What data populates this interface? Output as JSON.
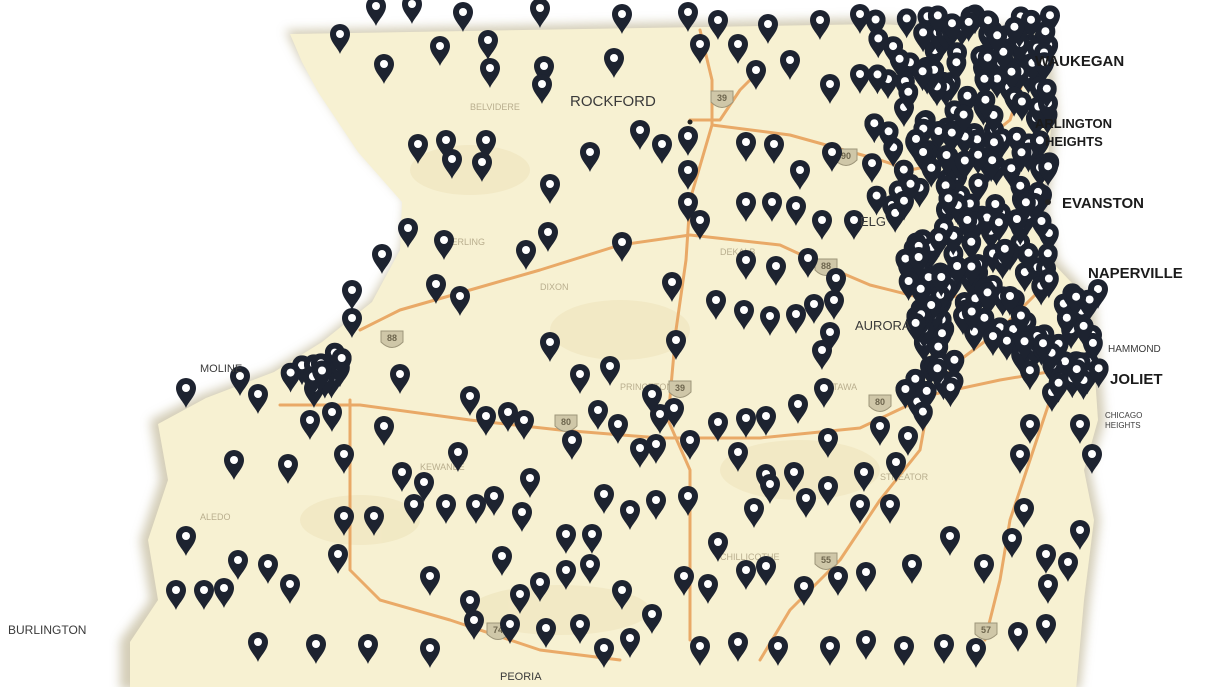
{
  "map": {
    "land_color": "#f7f1d2",
    "water_color": "#ffffff",
    "road_color": "#e8a25c",
    "pin_color": "#1d2330",
    "pin_dot_color": "#ffffff",
    "highway_shield_color": "#cfc7a8"
  },
  "city_labels": [
    {
      "key": "waukegan",
      "text": "WAUKEGAN",
      "style": "major"
    },
    {
      "key": "arlington-1",
      "text": "ARLINGTON",
      "style": "major"
    },
    {
      "key": "arlington-2",
      "text": "HEIGHTS",
      "style": "major"
    },
    {
      "key": "evanston",
      "text": "EVANSTON",
      "style": "major"
    },
    {
      "key": "naperville",
      "text": "NAPERVILLE",
      "style": "major"
    },
    {
      "key": "hammond",
      "text": "HAMMOND",
      "style": "minor"
    },
    {
      "key": "joliet",
      "text": "JOLIET",
      "style": "major"
    },
    {
      "key": "chicago-heights-1",
      "text": "CHICAGO",
      "style": "minor"
    },
    {
      "key": "chicago-heights-2",
      "text": "HEIGHTS",
      "style": "minor"
    },
    {
      "key": "rockford",
      "text": "ROCKFORD",
      "style": "major"
    },
    {
      "key": "elgin",
      "text": "ELG",
      "style": "minor"
    },
    {
      "key": "aurora",
      "text": "AURORA",
      "style": "minor"
    },
    {
      "key": "moline",
      "text": "MOLINE",
      "style": "minor"
    },
    {
      "key": "burlington",
      "text": "BURLINGTON",
      "style": "minor"
    },
    {
      "key": "peoria",
      "text": "PEORIA",
      "style": "minor"
    }
  ],
  "highway_shields": [
    {
      "key": "i39-north",
      "text": "39"
    },
    {
      "key": "i90",
      "text": "90"
    },
    {
      "key": "i88-east",
      "text": "88"
    },
    {
      "key": "i88-west",
      "text": "88"
    },
    {
      "key": "i39-mid",
      "text": "39"
    },
    {
      "key": "i80-east",
      "text": "80"
    },
    {
      "key": "i80-west",
      "text": "80"
    },
    {
      "key": "i55",
      "text": "55"
    },
    {
      "key": "i74",
      "text": "74"
    },
    {
      "key": "i57",
      "text": "57"
    }
  ]
}
